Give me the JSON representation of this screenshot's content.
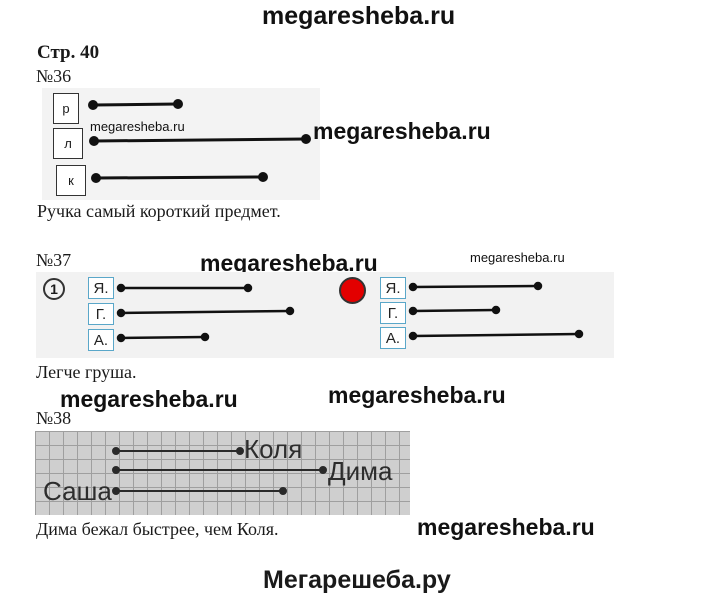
{
  "site": {
    "header": "megaresheba.ru",
    "footer": "Мегарешеба.ру",
    "watermark": "megaresheba.ru"
  },
  "page": {
    "title": "Стр. 40"
  },
  "task36": {
    "number": "№36",
    "labels": [
      "р",
      "л",
      "к"
    ],
    "answer": "Ручка самый короткий предмет."
  },
  "task37": {
    "number": "№37",
    "labels": [
      "Я.",
      "Г.",
      "А."
    ],
    "circle_number": "1",
    "answer": "Легче груша."
  },
  "task38": {
    "number": "№38",
    "names": [
      "Коля",
      "Дима",
      "Саша"
    ],
    "answer": "Дима бежал быстрее, чем Коля."
  },
  "colors": {
    "marker_red": "#e30000",
    "box_border_blue": "#5aa7c9"
  }
}
